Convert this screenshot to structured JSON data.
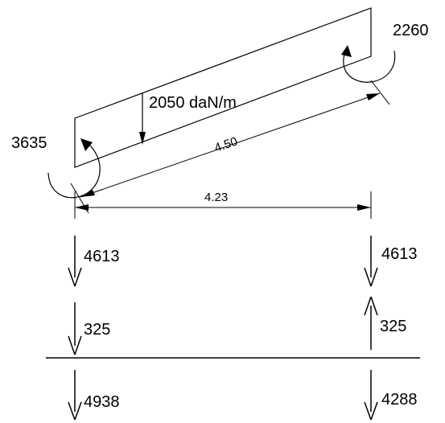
{
  "beam": {
    "distributed_load": "2050 daN/m",
    "inclined_length": "4.50",
    "horizontal_length": "4.23"
  },
  "moments": {
    "left": "3635",
    "right": "2260"
  },
  "reactions": {
    "row1": {
      "left": "4613",
      "right": "4613"
    },
    "row2": {
      "left": "325",
      "right": "325"
    },
    "total": {
      "left": "4938",
      "right": "4288"
    }
  }
}
